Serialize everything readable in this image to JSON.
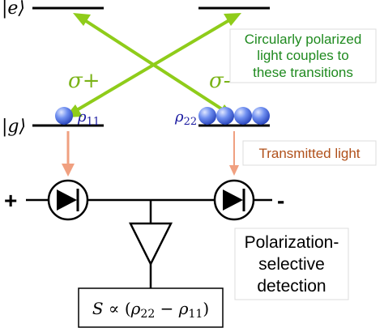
{
  "levels": {
    "excited_label": "|e⟩",
    "ground_label": "|g⟩"
  },
  "transitions": {
    "sigma_plus": "σ+",
    "sigma_minus": "σ-",
    "callout_lines": [
      "Circularly polarized",
      "light couples to",
      "these transitions"
    ]
  },
  "populations": {
    "rho11": "ρ11",
    "rho22": "ρ22",
    "atoms_left": 1,
    "atoms_right": 4
  },
  "transmitted_label": "Transmitted light",
  "polarity": {
    "plus": "+",
    "minus": "-"
  },
  "detection_lines": [
    "Polarization-",
    "selective",
    "detection"
  ],
  "signal_formula": "S ∝ (ρ22 − ρ11)",
  "colors": {
    "arrow_green": "#8fcc1a",
    "callout_text": "#1f8a1f",
    "sigma_green": "#7ab317",
    "atom_blue": "#4a6fe0",
    "rho_blue": "#1a1aa0",
    "orange_arrow": "#f0a080",
    "transmitted_text": "#b0501a"
  }
}
